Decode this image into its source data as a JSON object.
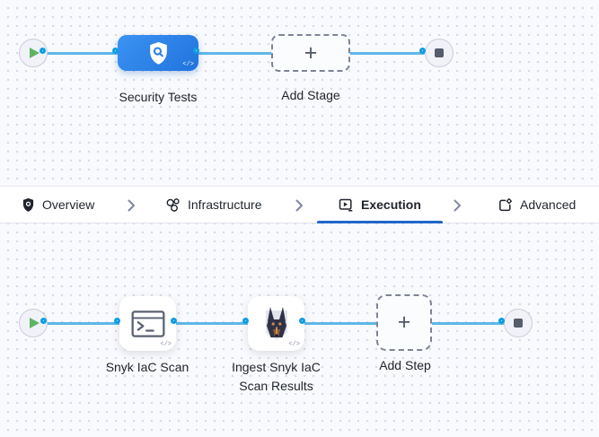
{
  "stage_pipeline": {
    "start_icon": "play",
    "stage_node": {
      "label": "Security Tests",
      "icon": "shield-search-icon",
      "code_badge": "</>"
    },
    "add_stage": {
      "label": "Add Stage",
      "plus_glyph": "+"
    },
    "end_icon": "stop"
  },
  "tab_bar": {
    "separator_icon": "chevron-right-icon",
    "items": [
      {
        "label": "Overview",
        "icon": "shield-icon",
        "active": false
      },
      {
        "label": "Infrastructure",
        "icon": "cluster-icon",
        "active": false
      },
      {
        "label": "Execution",
        "icon": "execution-play-icon",
        "active": true
      },
      {
        "label": "Advanced",
        "icon": "advanced-gear-icon",
        "active": false
      }
    ]
  },
  "step_pipeline": {
    "start_icon": "play",
    "steps": [
      {
        "label": "Snyk IaC Scan",
        "icon": "terminal-icon",
        "code_badge": "</>"
      },
      {
        "label": "Ingest Snyk IaC Scan Results",
        "icon": "doberman-icon",
        "code_badge": "</>"
      }
    ],
    "add_step": {
      "label": "Add Step",
      "plus_glyph": "+"
    },
    "end_icon": "stop"
  },
  "colors": {
    "stage_node_blue": "#2b82e8",
    "connector_line": "#60b7e8",
    "port_ring_blue": "#0d9ee2",
    "play_green": "#5eb561",
    "active_tab_underline": "#2166c9",
    "canvas_background": "#f9fafd"
  }
}
